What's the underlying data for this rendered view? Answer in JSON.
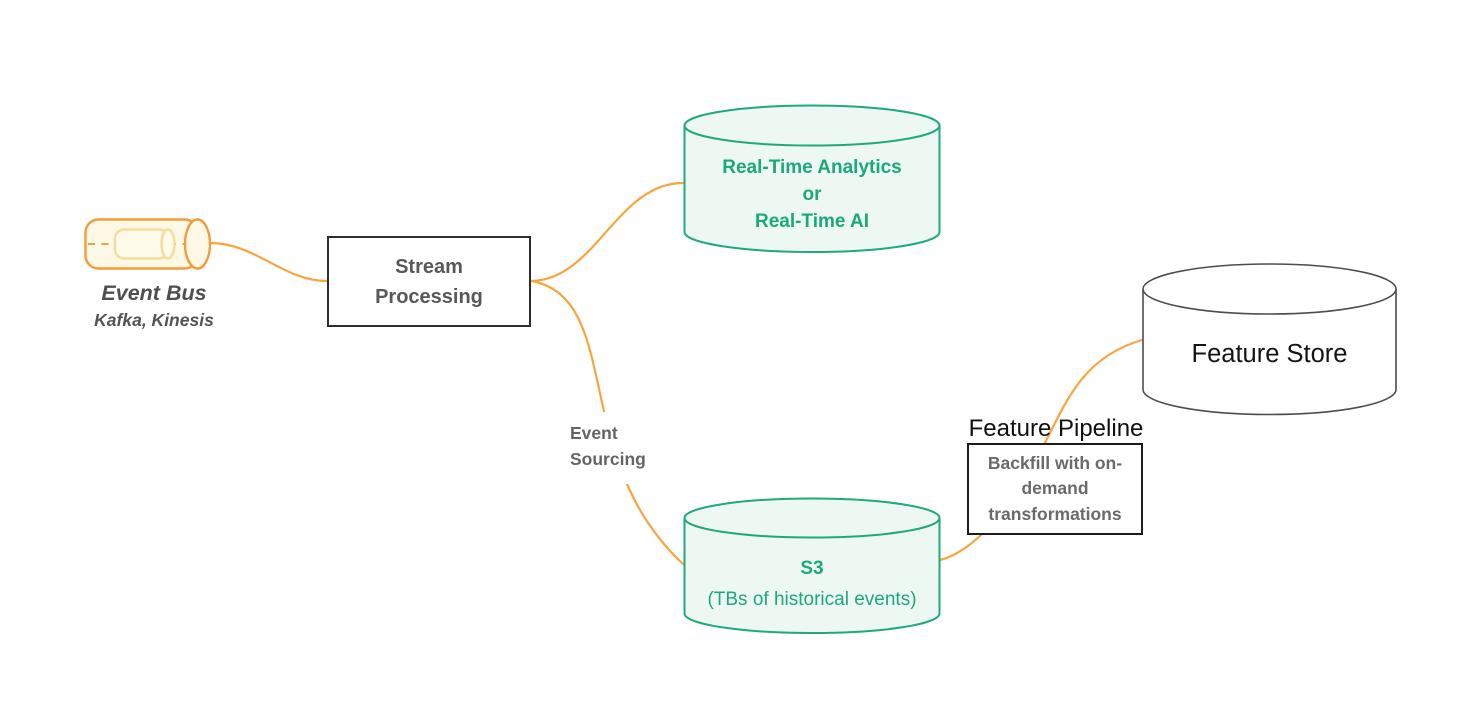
{
  "diagram": {
    "colors": {
      "edge_orange": "#F8A540",
      "bus_orange": "#F29C3A",
      "bus_fill": "#FEF8E7",
      "green": "#1CA87B",
      "green_fill": "#EDF8F3",
      "gray_stroke": "#4d4d4d"
    },
    "nodes": {
      "event_bus": {
        "label": "Event Bus",
        "sublabel": "Kafka, Kinesis",
        "icon": "pipe-cylinder-icon"
      },
      "stream_processing": {
        "label": "Stream Processing"
      },
      "realtime_sink": {
        "lines": [
          "Real-Time Analytics",
          "or",
          "Real-Time AI"
        ]
      },
      "s3": {
        "label": "S3",
        "sublabel": "(TBs of historical events)"
      },
      "feature_pipeline": {
        "title": "Feature Pipeline",
        "box_label": "Backfill with on-demand transformations"
      },
      "feature_store": {
        "label": "Feature Store"
      }
    },
    "edge_labels": {
      "event_sourcing": "Event Sourcing"
    }
  }
}
